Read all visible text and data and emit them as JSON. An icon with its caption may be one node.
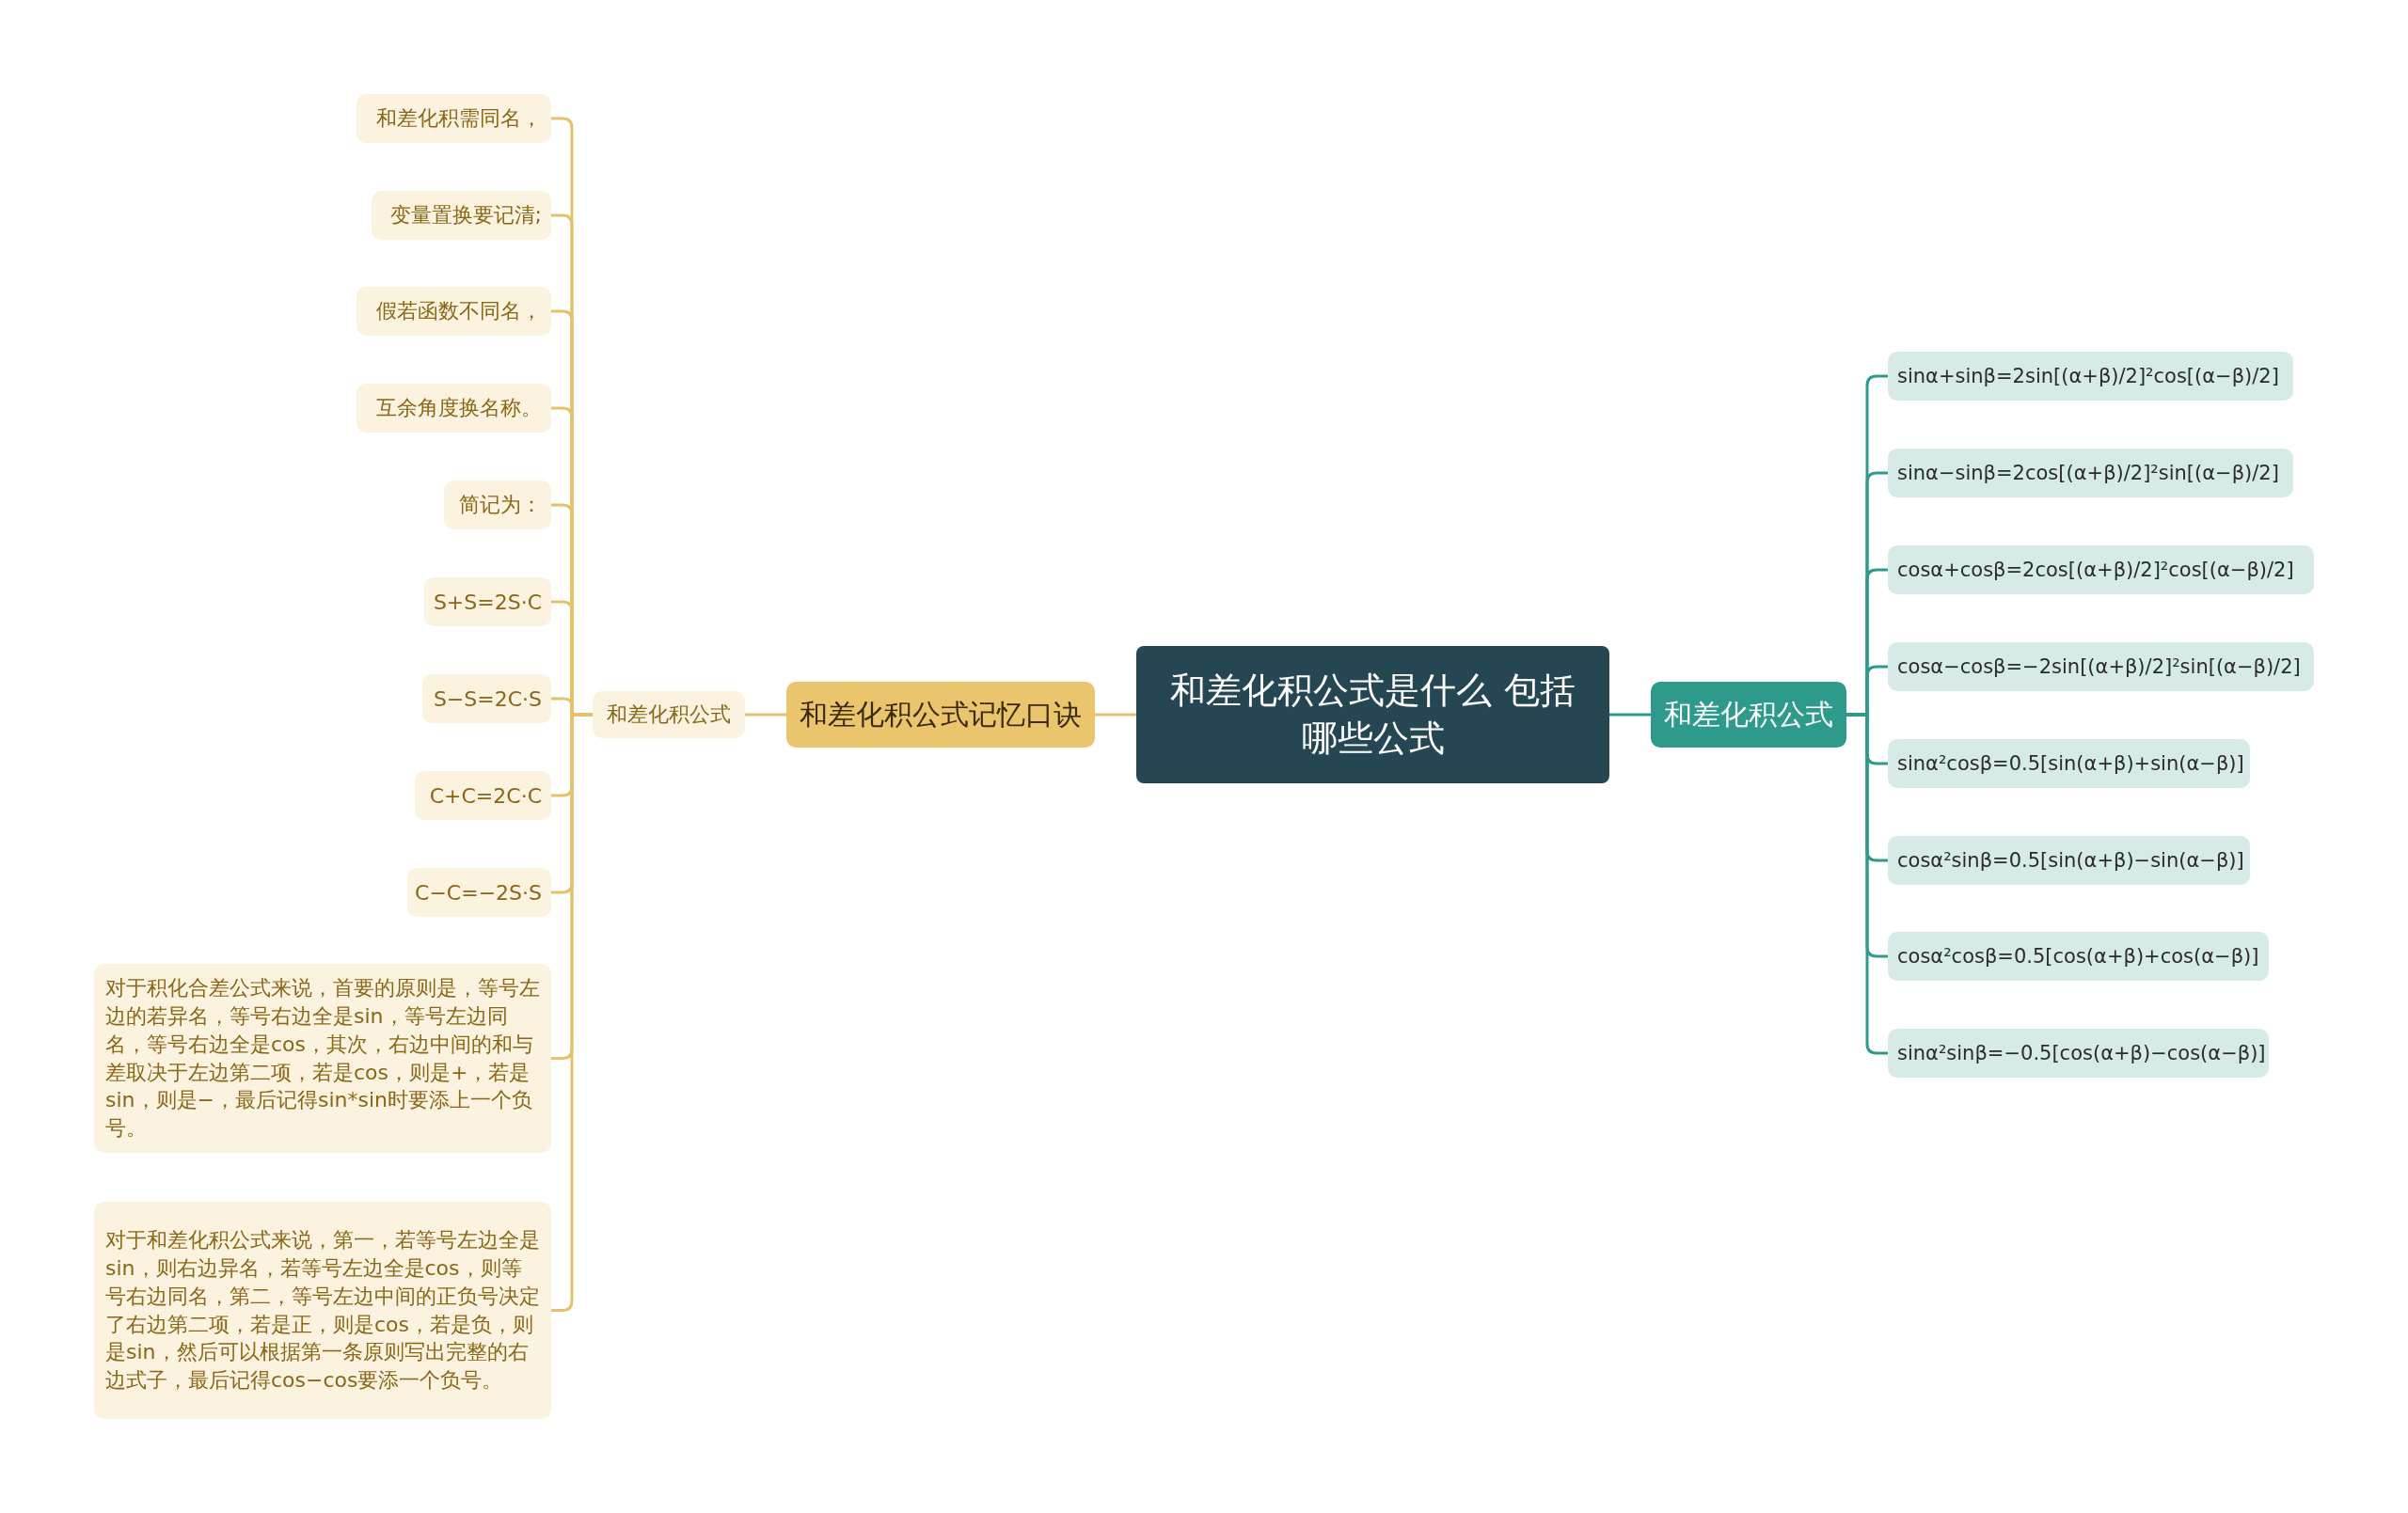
{
  "diagram": {
    "nodes": [
      {
        "text": [
          "和差化积公式是什么 包括哪些公式"
        ]
      },
      {
        "text": [
          "和差化积公式记忆口诀"
        ]
      },
      {
        "text": [
          "和差化积公式"
        ]
      },
      {
        "text": [
          "和差化积需同名，"
        ]
      },
      {
        "text": [
          "变量置换要记清;"
        ]
      },
      {
        "text": [
          "假若函数不同名，"
        ]
      },
      {
        "text": [
          "互余角度换名称。"
        ]
      },
      {
        "text": [
          "简记为："
        ]
      },
      {
        "text": [
          "S+S=2S·C"
        ]
      },
      {
        "text": [
          "S−S=2C·S"
        ]
      },
      {
        "text": [
          "C+C=2C·C"
        ]
      },
      {
        "text": [
          "C−C=−2S·S"
        ]
      },
      {
        "text": [
          "对于积化合差公式来说，首要的原则是，等号左边的若异名，等号右边全是sin，等号左边同名，等号右边全是cos，其次，右边中间的和与差取决于左边第二项，若是cos，则是+，若是sin，则是−，最后记得sin*sin时要添上一个负号。"
        ]
      },
      {
        "text": [
          "对于和差化积公式来说，第一，若等号左边全是sin，则右边异名，若等号左边全是cos，则等号右边同名，第二，等号左边中间的正负号决定了右边第二项，若是正，则是cos，若是负，则是sin，然后可以根据第一条原则写出完整的右边式子，最后记得cos−cos要添一个负号。"
        ]
      },
      {
        "text": [
          "和差化积公式"
        ]
      },
      {
        "text": [
          "sinα+sinβ=2sin[(α+β)/2]²cos[(α−β)/2]"
        ]
      },
      {
        "text": [
          "sinα−sinβ=2cos[(α+β)/2]²sin[(α−β)/2]"
        ]
      },
      {
        "text": [
          "cosα+cosβ=2cos[(α+β)/2]²cos[(α−β)/2]"
        ]
      },
      {
        "text": [
          "cosα−cosβ=−2sin[(α+β)/2]²sin[(α−β)/2]"
        ]
      },
      {
        "text": [
          "sinα²cosβ=0.5[sin(α+β)+sin(α−β)]"
        ]
      },
      {
        "text": [
          "cosα²sinβ=0.5[sin(α+β)−sin(α−β)]"
        ]
      },
      {
        "text": [
          "cosα²cosβ=0.5[cos(α+β)+cos(α−β)]"
        ]
      },
      {
        "text": [
          "sinα²sinβ=−0.5[cos(α+β)−cos(α−β)]"
        ]
      }
    ],
    "edges": [
      {
        "from": 0,
        "to": 1,
        "arrow": "none"
      },
      {
        "from": 1,
        "to": 2,
        "arrow": "none"
      },
      {
        "from": 2,
        "to": 3,
        "arrow": "none"
      },
      {
        "from": 2,
        "to": 4,
        "arrow": "none"
      },
      {
        "from": 2,
        "to": 5,
        "arrow": "none"
      },
      {
        "from": 2,
        "to": 6,
        "arrow": "none"
      },
      {
        "from": 2,
        "to": 7,
        "arrow": "none"
      },
      {
        "from": 2,
        "to": 8,
        "arrow": "none"
      },
      {
        "from": 2,
        "to": 9,
        "arrow": "none"
      },
      {
        "from": 2,
        "to": 10,
        "arrow": "none"
      },
      {
        "from": 2,
        "to": 11,
        "arrow": "none"
      },
      {
        "from": 2,
        "to": 12,
        "arrow": "none"
      },
      {
        "from": 2,
        "to": 13,
        "arrow": "none"
      },
      {
        "from": 0,
        "to": 14,
        "arrow": "none",
        "color": "#2e9a8c"
      },
      {
        "from": 14,
        "to": 15,
        "arrow": "none",
        "color": "#2e9a8c"
      },
      {
        "from": 14,
        "to": 16,
        "arrow": "none",
        "color": "#2e9a8c"
      },
      {
        "from": 14,
        "to": 17,
        "arrow": "none",
        "color": "#2e9a8c"
      },
      {
        "from": 14,
        "to": 18,
        "arrow": "none",
        "color": "#2e9a8c"
      },
      {
        "from": 14,
        "to": 19,
        "arrow": "none",
        "color": "#2e9a8c"
      },
      {
        "from": 14,
        "to": 20,
        "arrow": "none",
        "color": "#2e9a8c"
      },
      {
        "from": 14,
        "to": 21,
        "arrow": "none",
        "color": "#2e9a8c"
      },
      {
        "from": 14,
        "to": 22,
        "arrow": "none",
        "color": "#2e9a8c"
      }
    ]
  }
}
